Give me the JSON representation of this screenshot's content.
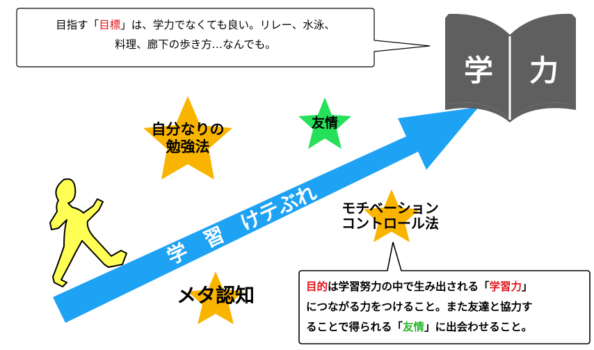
{
  "top_note": {
    "line1_pre": "目指す「",
    "line1_keyword": "目標",
    "line1_post": "」は、学力でなくても良い。リレー、水泳、",
    "line2": "料理、廊下の歩き方…なんでも。"
  },
  "book": {
    "left_char": "学",
    "right_char": "力"
  },
  "arrow_label": "学　習　けテぶれ",
  "stars": {
    "study_method": {
      "line1": "自分なりの",
      "line2": "勉強法",
      "color": "#f9b400"
    },
    "friendship": {
      "text": "友情",
      "color": "#27e05a"
    },
    "motivation": {
      "line1": "モチベーション",
      "line2": "コントロール法",
      "color": "#f9b400"
    },
    "metacognition": {
      "text": "メタ認知",
      "color": "#f9b400"
    }
  },
  "bottom_note": {
    "line1_kw1": "目的",
    "line1_mid": "は学習努力の中で生み出される「",
    "line1_kw2": "学習力",
    "line1_end": "」",
    "line2": "につながる力をつけること。また友達と協力す",
    "line3_pre": "ることで得られる「",
    "line3_kw": "友情",
    "line3_post": "」に出会わせること。"
  },
  "colors": {
    "arrow": "#1ea2f4",
    "book": "#5f5f5f",
    "runner": "#ffff55"
  }
}
